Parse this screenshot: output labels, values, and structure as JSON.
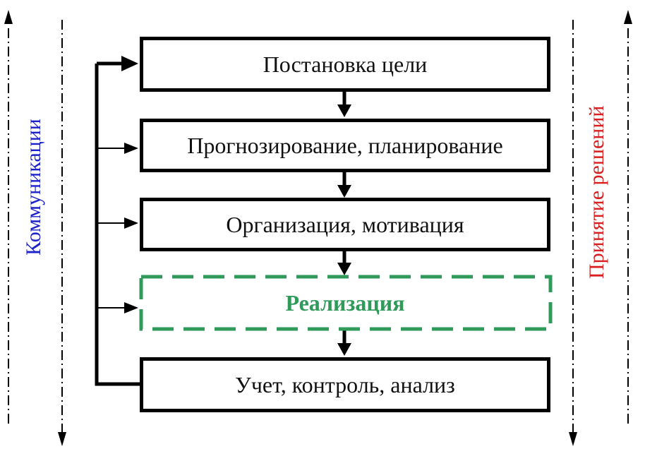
{
  "steps": [
    "Постановка цели",
    "Прогнозирование, планирование",
    "Организация, мотивация",
    "Реализация",
    "Учет, контроль, анализ"
  ],
  "side_labels": {
    "left": "Коммуникации",
    "right": "Принятие решений"
  },
  "colors": {
    "left_label": "#1d22c8",
    "right_label": "#d81e1e",
    "highlight": "#2f9a5a",
    "line": "#000000"
  }
}
